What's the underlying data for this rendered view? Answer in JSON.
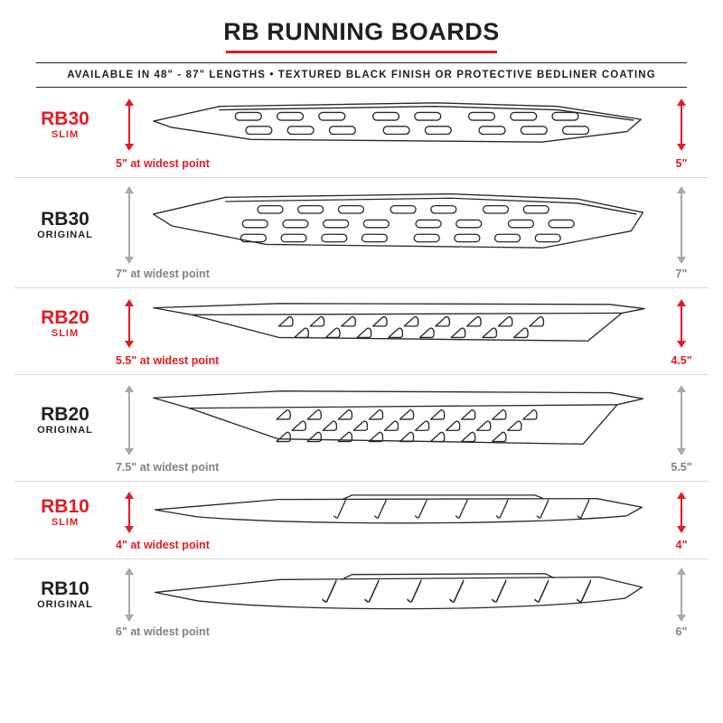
{
  "header": {
    "title": "RB RUNNING BOARDS",
    "subtitle": "AVAILABLE IN 48\" - 87\" LENGTHS   •   TEXTURED BLACK FINISH OR PROTECTIVE BEDLINER COATING"
  },
  "colors": {
    "accent": "#e31b23",
    "dark": "#231f20",
    "muted_text": "#808285",
    "muted_arrow": "#a7a9ac"
  },
  "rows": [
    {
      "model": "RB30",
      "variant": "SLIM",
      "width_note": "5\" at widest point",
      "height_note": "5\""
    },
    {
      "model": "RB30",
      "variant": "ORIGINAL",
      "width_note": "7\" at widest point",
      "height_note": "7\""
    },
    {
      "model": "RB20",
      "variant": "SLIM",
      "width_note": "5.5\" at widest point",
      "height_note": "4.5\""
    },
    {
      "model": "RB20",
      "variant": "ORIGINAL",
      "width_note": "7.5\" at widest point",
      "height_note": "5.5\""
    },
    {
      "model": "RB10",
      "variant": "SLIM",
      "width_note": "4\" at widest point",
      "height_note": "4\""
    },
    {
      "model": "RB10",
      "variant": "ORIGINAL",
      "width_note": "6\" at widest point",
      "height_note": "6\""
    }
  ]
}
